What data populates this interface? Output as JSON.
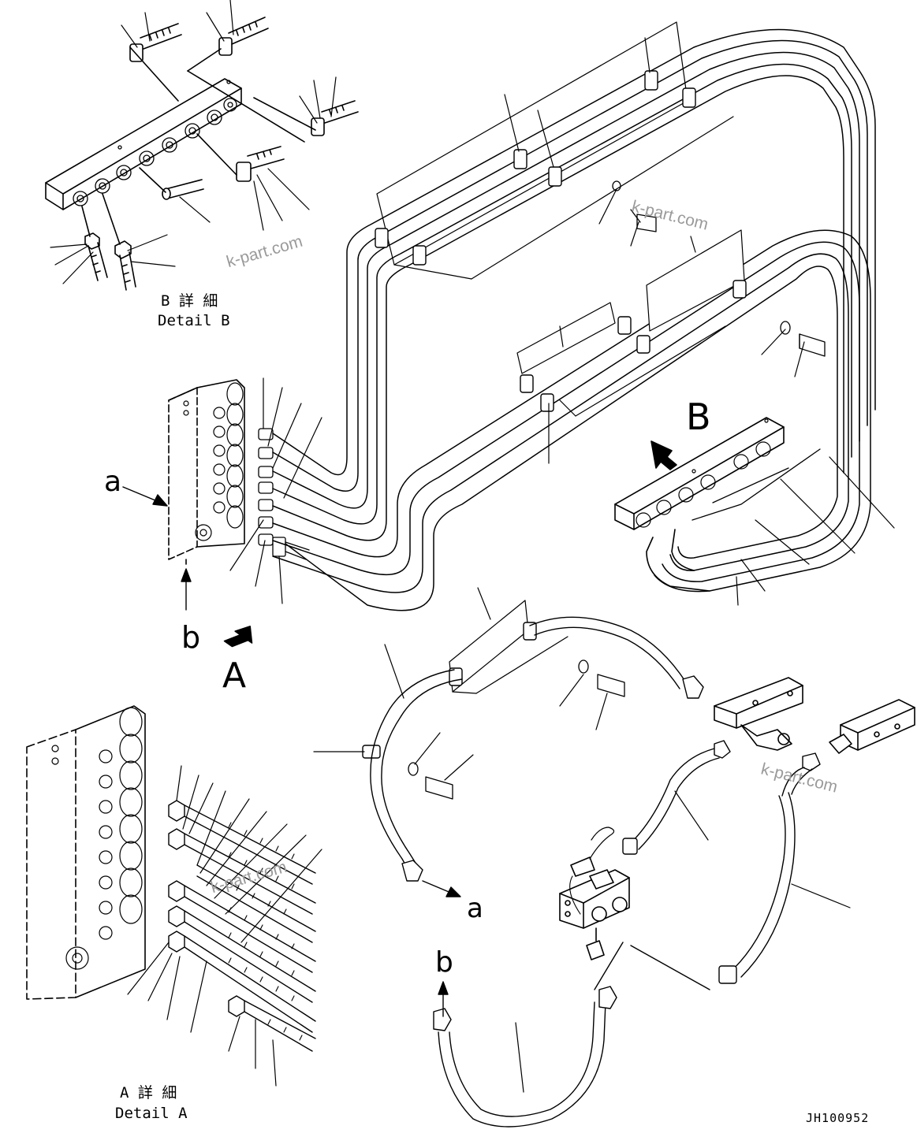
{
  "labels": {
    "letter_a_left": "a",
    "letter_b_left": "b",
    "letter_A": "A",
    "letter_B": "B",
    "letter_a_bottom": "a",
    "letter_b_bottom": "b"
  },
  "details": {
    "detail_b_jp": "B 詳 細",
    "detail_b_en": "Detail B",
    "detail_a_jp": "A 詳 細",
    "detail_a_en": "Detail A"
  },
  "drawing_number": "JH100952",
  "watermarks": [
    "k-part.com",
    "k-part.com",
    "k-part.com",
    "k-part.com"
  ],
  "colors": {
    "line": "#000000",
    "watermark": "#9a9a9a"
  }
}
